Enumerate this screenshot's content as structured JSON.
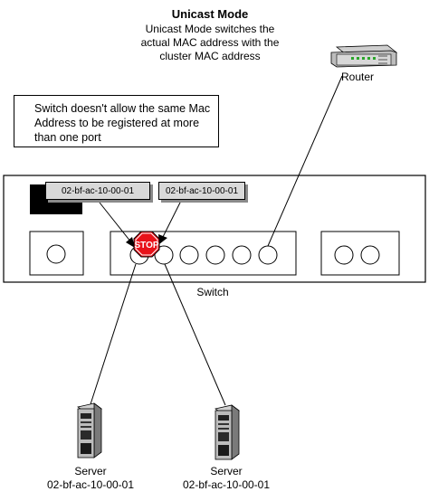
{
  "title": "Unicast Mode",
  "description": "Unicast Mode switches the actual MAC address with the cluster MAC address",
  "note": "Switch doesn't allow the same Mac Address to be registered at more than one port",
  "router": {
    "label": "Router"
  },
  "switch": {
    "label": "Switch",
    "stop_sign": "STOP"
  },
  "mac_tags": [
    "02-bf-ac-10-00-01",
    "02-bf-ac-10-00-01"
  ],
  "servers": [
    {
      "label": "Server",
      "mac": "02-bf-ac-10-00-01"
    },
    {
      "label": "Server",
      "mac": "02-bf-ac-10-00-01"
    }
  ]
}
